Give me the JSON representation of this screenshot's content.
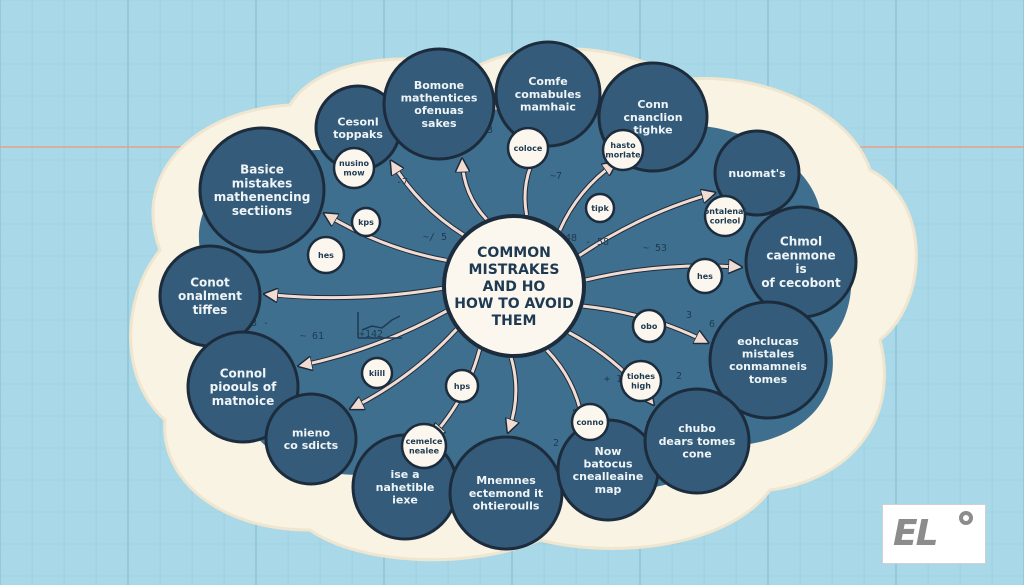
{
  "diagram": {
    "center": {
      "lines": [
        "COMMON",
        "MISTRAKES",
        "AND HO",
        "HOW TO AVOID",
        "THEM"
      ]
    },
    "nodes": [
      {
        "id": "n1",
        "lines": [
          "Basice",
          "mistakes",
          "mathenencing",
          "sectiions"
        ]
      },
      {
        "id": "n2",
        "lines": [
          "Cesonl",
          "toppaks"
        ]
      },
      {
        "id": "n3",
        "lines": [
          "Bomone",
          "mathentices",
          "ofenuas",
          "sakes"
        ]
      },
      {
        "id": "n4",
        "lines": [
          "Comfe",
          "comabules",
          "mamhaic"
        ]
      },
      {
        "id": "n5",
        "lines": [
          "Conn",
          "cnanclion",
          "tighke"
        ]
      },
      {
        "id": "n6",
        "lines": [
          "nuomat's"
        ]
      },
      {
        "id": "n7",
        "lines": [
          "Chmol",
          "caenmone",
          "is",
          "of cecobont"
        ]
      },
      {
        "id": "n8",
        "lines": [
          "Conot",
          "onalment",
          "tiffes"
        ]
      },
      {
        "id": "n9",
        "lines": [
          "eohclucas",
          "mistales",
          "conmamneis",
          "tomes"
        ]
      },
      {
        "id": "n10",
        "lines": [
          "Connol",
          "pioouls of",
          "matnoice"
        ]
      },
      {
        "id": "n11",
        "lines": [
          "mieno",
          "co sdicts"
        ]
      },
      {
        "id": "n12",
        "lines": [
          "ise a",
          "nahetible",
          "iexe"
        ]
      },
      {
        "id": "n13",
        "lines": [
          "Mnemnes",
          "ectemond it",
          "ohtieroulls"
        ]
      },
      {
        "id": "n14",
        "lines": [
          "Now",
          "batocus",
          "cnealleaine",
          "map"
        ]
      },
      {
        "id": "n15",
        "lines": [
          "chubo",
          "dears tomes",
          "cone"
        ]
      }
    ],
    "bubbles": [
      {
        "id": "b1",
        "lines": [
          "nusino",
          "mow"
        ]
      },
      {
        "id": "b2",
        "lines": [
          "kps"
        ]
      },
      {
        "id": "b3",
        "lines": [
          "hes"
        ]
      },
      {
        "id": "b4",
        "lines": [
          "coloce"
        ]
      },
      {
        "id": "b5",
        "lines": [
          "hasto",
          "morlate"
        ]
      },
      {
        "id": "b6",
        "lines": [
          "tipk"
        ]
      },
      {
        "id": "b7",
        "lines": [
          "ontalenal",
          "corleol"
        ]
      },
      {
        "id": "b8",
        "lines": [
          "hes"
        ]
      },
      {
        "id": "b9",
        "lines": [
          "obo"
        ]
      },
      {
        "id": "b10",
        "lines": [
          "kiill"
        ]
      },
      {
        "id": "b11",
        "lines": [
          "hps"
        ]
      },
      {
        "id": "b12",
        "lines": [
          "cemelce",
          "nealee"
        ]
      },
      {
        "id": "b13",
        "lines": [
          "conno"
        ]
      },
      {
        "id": "b14",
        "lines": [
          "tiohes",
          "high"
        ]
      }
    ],
    "annotations": [
      "73",
      "-7",
      "~7",
      "~/ 5",
      "- 58",
      "48",
      "~5",
      "3",
      "6",
      "+ 15",
      "2",
      "2",
      "~68",
      "3 -",
      "~ 61",
      "+142",
      "~ 53"
    ]
  },
  "logo": {
    "text": "EL"
  },
  "colors": {
    "background": "#a9d9e8",
    "cloud": "#f9f3e4",
    "panel": "#3f6f8f",
    "node": "#345c7a",
    "node_stroke": "#1c2c3c",
    "arrow": "#f2dcd2",
    "bubble": "#fbf7ee"
  }
}
